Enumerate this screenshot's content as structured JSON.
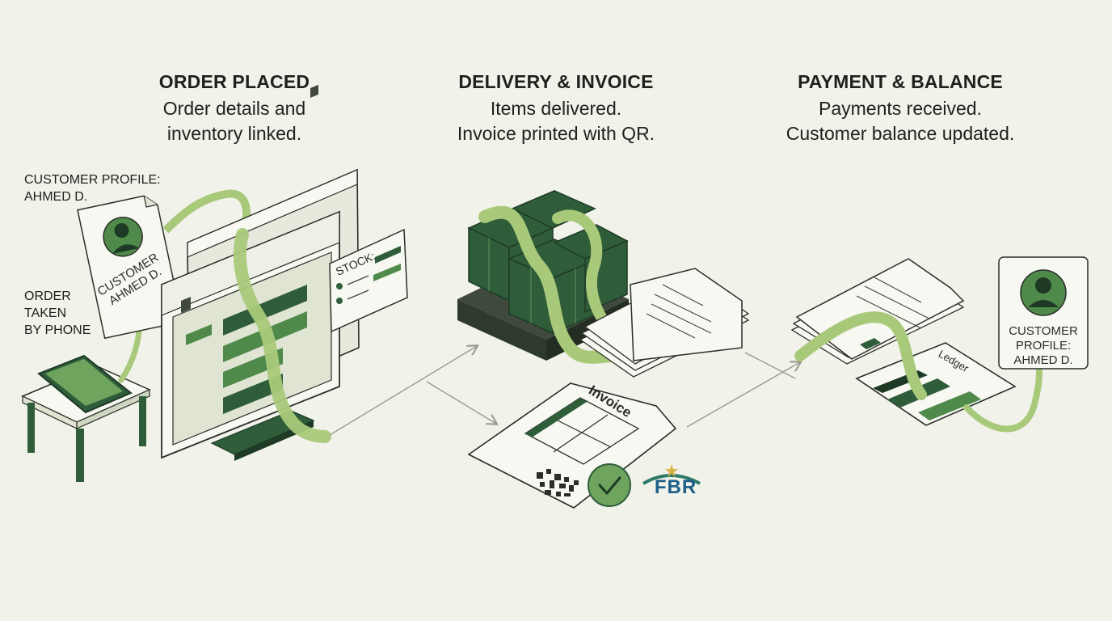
{
  "steps": [
    {
      "title": "ORDER PLACED",
      "line1": "Order details and",
      "line2": "inventory linked."
    },
    {
      "title": "DELIVERY & INVOICE",
      "line1": "Items delivered.",
      "line2": "Invoice printed with QR."
    },
    {
      "title": "PAYMENT & BALANCE",
      "line1": "Payments received.",
      "line2": "Customer balance updated."
    }
  ],
  "labels": {
    "customer_profile_1": "CUSTOMER PROFILE:",
    "customer_profile_2": "AHMED D.",
    "order_by_phone_1": "ORDER",
    "order_by_phone_2": "TAKEN",
    "order_by_phone_3": "BY PHONE",
    "card_customer_1": "CUSTOMER",
    "card_customer_2": "AHMED D.",
    "stock": "STOCK:",
    "invoice": "Invoice",
    "fbr": "FBR",
    "ledger": "Ledger",
    "right_card_1": "CUSTOMER",
    "right_card_2": "PROFILE:",
    "right_card_3": "AHMED D."
  },
  "colors": {
    "background": "#f1f2ea",
    "dark_green": "#2f5d3a",
    "mid_green": "#4f8a4a",
    "light_green": "#a9c97a",
    "paper": "#f7f8f2",
    "outline": "#2b2e28"
  }
}
